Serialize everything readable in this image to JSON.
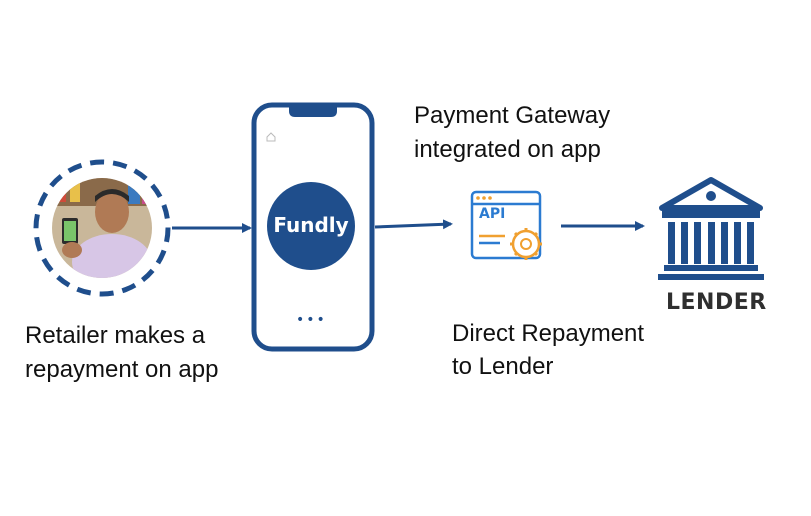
{
  "labels": {
    "retailer_line1": "Retailer makes a",
    "retailer_line2": "repayment on app",
    "gateway_line1": "Payment Gateway",
    "gateway_line2": "integrated on app",
    "direct_line1": "Direct Repayment",
    "direct_line2": "to Lender",
    "brand": "Fundly",
    "lender": "LENDER",
    "api": "API",
    "phone_dots": "•••"
  },
  "colors": {
    "primary": "#1f4e8c",
    "accent_orange": "#f0a030",
    "accent_blue": "#2b7bd1",
    "text": "#111111"
  },
  "icons": [
    "retailer-photo",
    "smartphone-icon",
    "api-gear-icon",
    "bank-building-icon",
    "arrow-icon"
  ]
}
